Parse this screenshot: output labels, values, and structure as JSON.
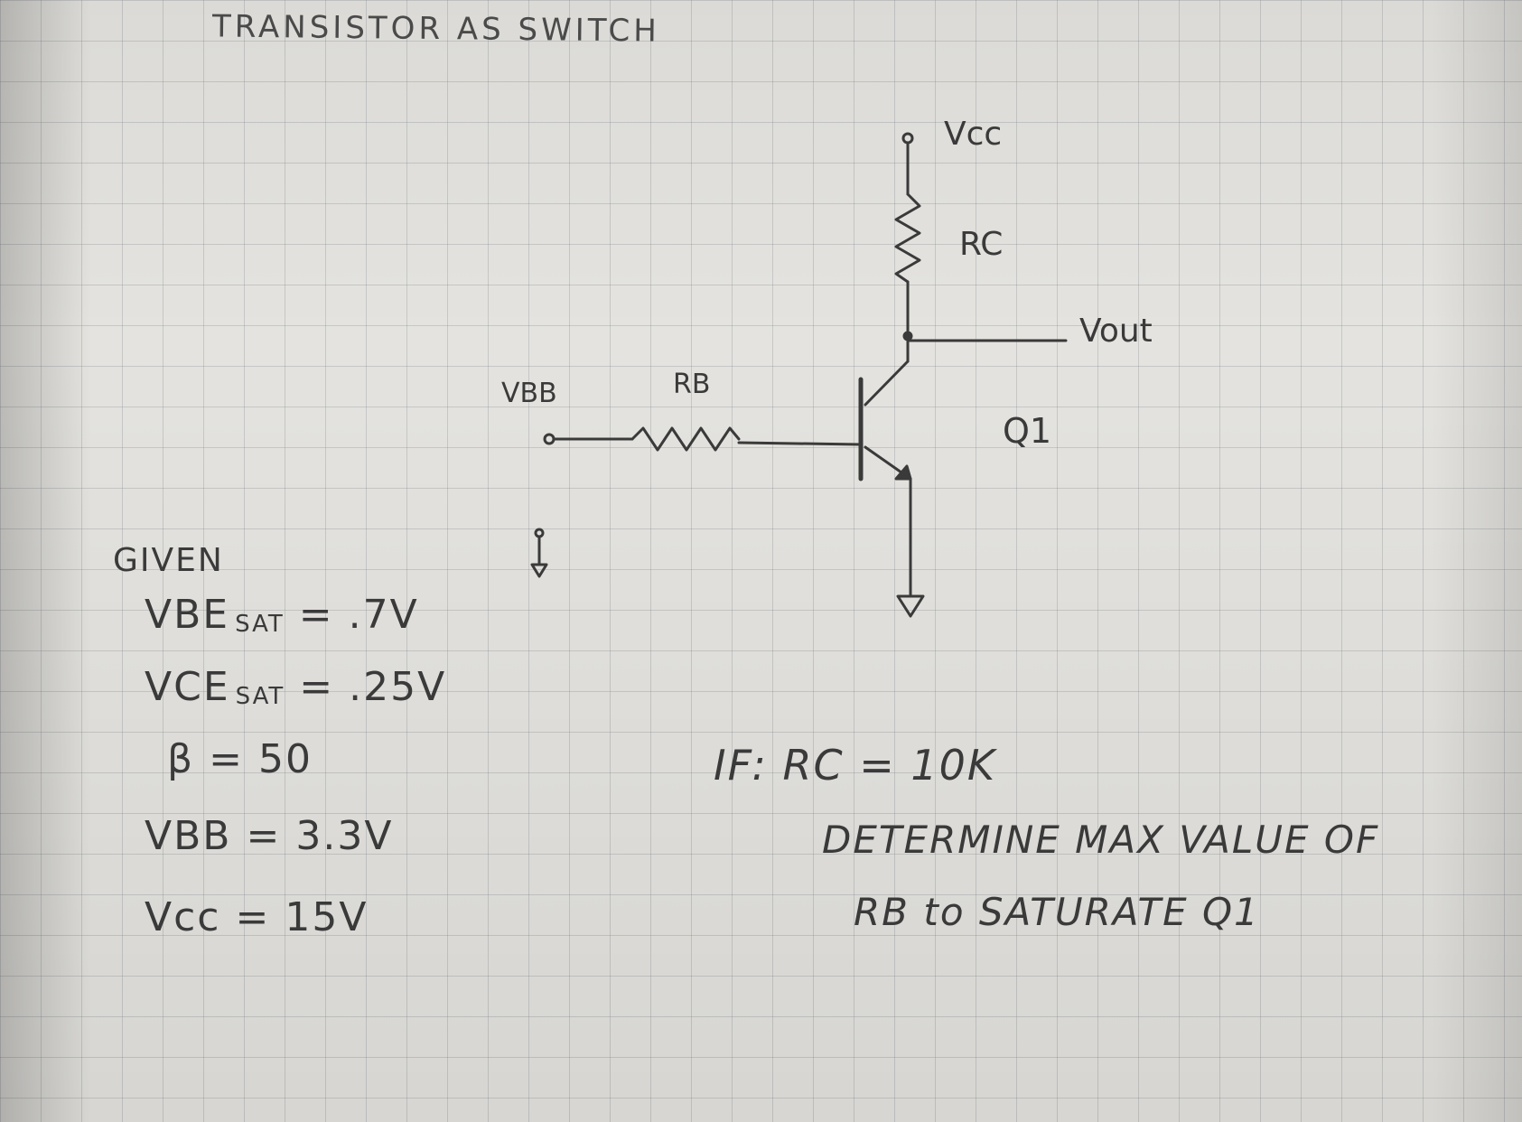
{
  "title": "TRANSISTOR AS SWITCH",
  "circuit": {
    "vcc_label": "Vcc",
    "rc_label": "RC",
    "vout_label": "Vout",
    "vbb_label": "VBB",
    "rb_label": "RB",
    "q_label": "Q1"
  },
  "given": {
    "heading": "GIVEN",
    "vbe_sat": {
      "name": "VBE",
      "sub": "SAT",
      "value": ".7V"
    },
    "vce_sat": {
      "name": "VCE",
      "sub": "SAT",
      "value": ".25V"
    },
    "beta": {
      "name": "β",
      "value": "50"
    },
    "vbb": {
      "name": "VBB",
      "value": "3.3V"
    },
    "vcc": {
      "name": "Vcc",
      "value": "15V"
    }
  },
  "question": {
    "condition": "IF: RC = 10K",
    "line1": "DETERMINE MAX VALUE OF",
    "line2": "RB to SATURATE Q1"
  }
}
